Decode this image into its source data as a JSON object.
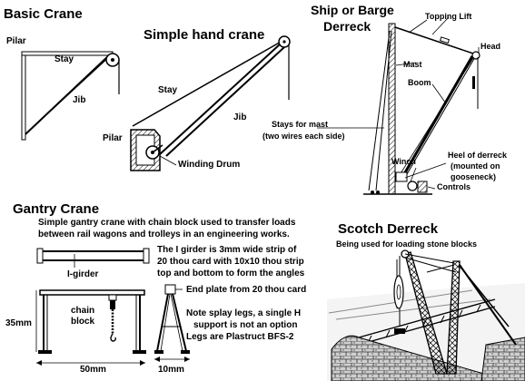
{
  "basic_crane": {
    "title": "Basic Crane",
    "pilar": "Pilar",
    "stay": "Stay",
    "jib": "Jib"
  },
  "hand_crane": {
    "title": "Simple hand crane",
    "stay": "Stay",
    "jib": "Jib",
    "pilar": "Pilar",
    "drum": "Winding Drum"
  },
  "barge": {
    "title_line1": "Ship or Barge",
    "title_line2": "Derreck",
    "topping_lift": "Topping Lift",
    "head": "Head",
    "mast": "Mast",
    "boom": "Boom",
    "stays_line1": "Stays for mast",
    "stays_line2": "(two wires each side)",
    "heel_line1": "Heel of derreck",
    "heel_line2": "(mounted on",
    "heel_line3": "gooseneck)",
    "winch": "Winch",
    "controls": "Controls"
  },
  "gantry": {
    "title": "Gantry Crane",
    "desc_line1": "Simple gantry crane with chain block used to transfer loads",
    "desc_line2": "between rail wagons and trolleys in an engineering works.",
    "ig_line1": "The I girder is 3mm wide strip of",
    "ig_line2": "20 thou card with 10x10 thou strip",
    "ig_line3": "top and bottom to form the angles",
    "i_girder": "I-girder",
    "endplate": "End plate from 20 thou card",
    "chain_line1": "chain",
    "chain_line2": "block",
    "height": "35mm",
    "splay_line1": "Note splay legs, a single H",
    "splay_line2": "support is not an option",
    "splay_line3": "Legs are Plastruct BFS-2",
    "width": "50mm",
    "leg_width": "10mm"
  },
  "scotch": {
    "title": "Scotch Derreck",
    "subtitle": "Being used for loading stone blocks"
  }
}
